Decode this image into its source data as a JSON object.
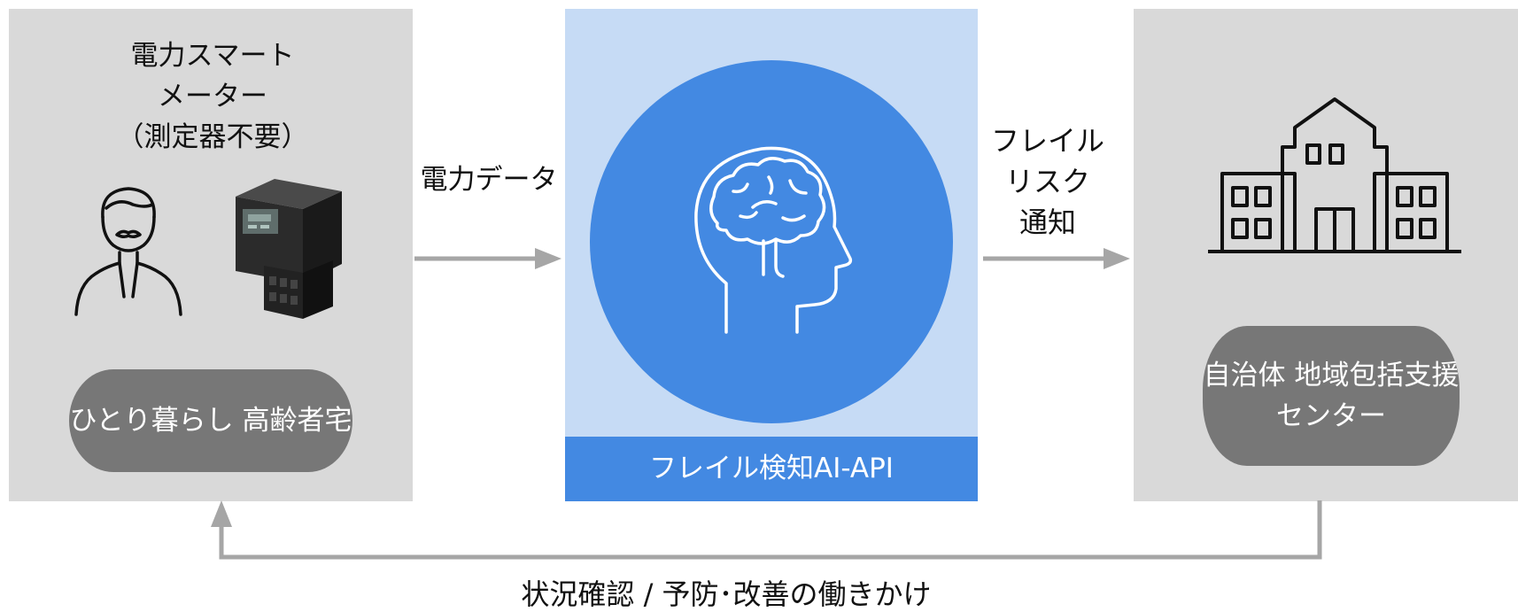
{
  "left_panel": {
    "title": [
      "電力スマート",
      "メーター",
      "（測定器不要）"
    ],
    "household": [
      "ひとり暮らし",
      "高齢者宅"
    ]
  },
  "center_panel": {
    "api_label": "フレイル検知AI-API"
  },
  "right_panel": {
    "center": [
      "自治体",
      "地域包括支援",
      "センター"
    ]
  },
  "flows": {
    "power_data": "電力データ",
    "frail_notify": [
      "フレイル",
      "リスク",
      "通知"
    ],
    "feedback": "状況確認 / 予防･改善の働きかけ"
  },
  "icons": [
    "person-icon",
    "smart-meter-icon",
    "brain-head-icon",
    "building-icon"
  ],
  "colors": {
    "panel_gray": "#d9d9d9",
    "pill_gray": "#777777",
    "ai_panel_light_blue": "#c6dbf5",
    "ai_blue": "#4389e2",
    "arrow_gray": "#a6a6a6"
  }
}
